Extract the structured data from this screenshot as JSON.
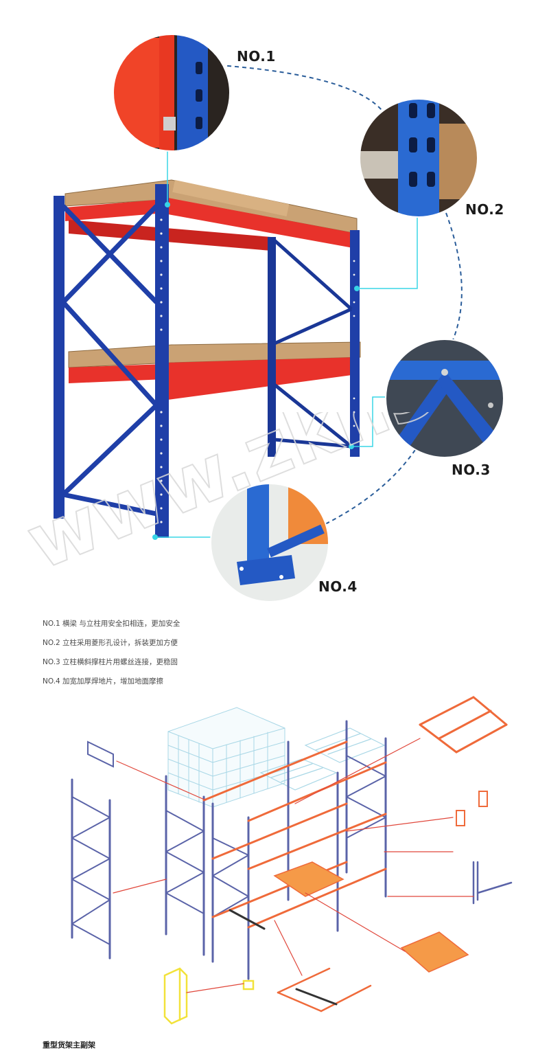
{
  "callouts": {
    "no1": "NO.1",
    "no2": "NO.2",
    "no3": "NO.3",
    "no4": "NO.4"
  },
  "notes": [
    "NO.1 横梁 与立柱用安全扣相连，更加安全",
    "NO.2 立柱采用菱形孔设计，拆装更加方便",
    "NO.3 立柱横斜撑柱片用螺丝连接，更稳固",
    "NO.4 加宽加厚焊地片，增加地面摩擦"
  ],
  "caption": "重型货架主副架",
  "watermark": "www.zkh360.com",
  "colors": {
    "upright_blue": "#1f3fa8",
    "beam_red": "#e8322b",
    "pallet_wood": "#caa274",
    "leader_cyan": "#38d5e6",
    "dashed_arc": "#2a5d9a",
    "diagram_blue": "#5a63a8",
    "diagram_orange": "#ef6a3a",
    "diagram_yellow": "#f2e23a",
    "diagram_cargo": "#a8d7e6"
  }
}
